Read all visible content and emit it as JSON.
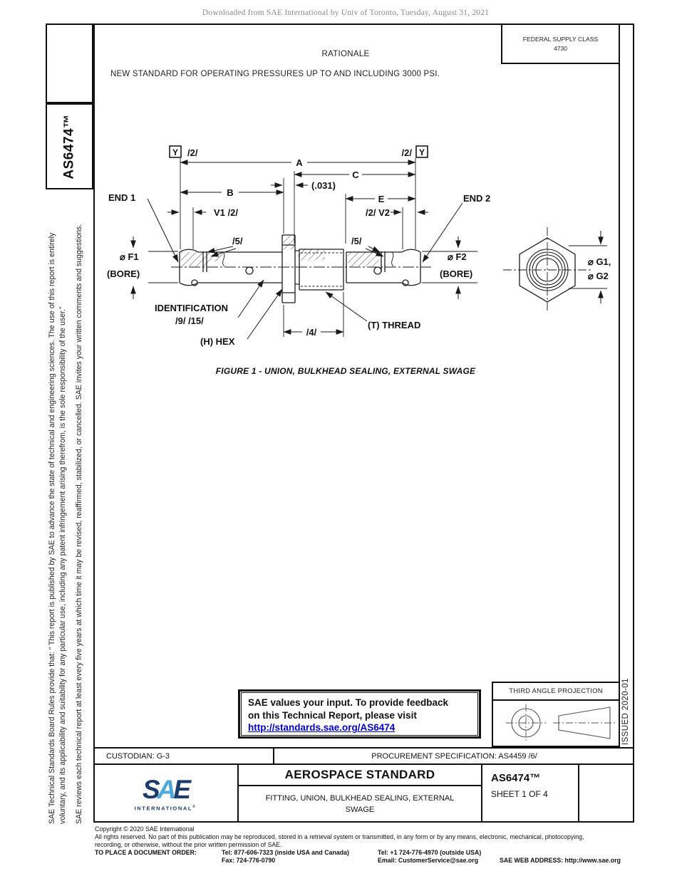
{
  "header": {
    "download_notice": "Downloaded from SAE International by Univ of Toronto, Tuesday, August 31, 2021",
    "federal_supply_class_label": "FEDERAL SUPPLY CLASS",
    "federal_supply_class_value": "4730"
  },
  "sidebar": {
    "doc_code": "AS6474™",
    "disclaimer_line1": "SAE Technical Standards Board Rules provide that: “ This report is published by SAE to advance the state of technical and engineering sciences. The use of this report is entirely",
    "disclaimer_line2": "voluntary, and its applicability and suitability for any particular use, including any patent infringement arising therefrom, is the sole responsibility of the user.”",
    "disclaimer_line3": "SAE reviews each technical report at least every five years at which time it may be revised, reaffirmed, stabilized, or cancelled. SAE invites your written comments and suggestions."
  },
  "rationale": {
    "heading": "RATIONALE",
    "body": "NEW STANDARD FOR OPERATING PRESSURES UP TO AND INCLUDING 3000 PSI."
  },
  "figure": {
    "caption": "FIGURE 1 - UNION, BULKHEAD SEALING, EXTERNAL SWAGE",
    "labels": {
      "datum_y": "Y",
      "flag_2": "/2/",
      "dim_a": "A",
      "dim_b": "B",
      "dim_c": "C",
      "dim_e": "E",
      "gap": "(.031)",
      "v1": "V1 /2/",
      "v2": "/2/ V2",
      "flag_5": "/5/",
      "end1": "END 1",
      "end2": "END 2",
      "f1": "⌀ F1",
      "f2": "⌀ F2",
      "bore": "(BORE)",
      "identification": "IDENTIFICATION",
      "ident_flags": "/9/ /15/",
      "hex": "(H) HEX",
      "dim_4": "/4/",
      "thread": "(T) THREAD",
      "g1": "⌀ G1,",
      "g2": "⌀ G2"
    }
  },
  "feedback": {
    "line1": "SAE values your input. To provide feedback",
    "line2": "on this Technical Report, please visit",
    "link": "http://standards.sae.org/AS6474"
  },
  "projection": {
    "label": "THIRD ANGLE PROJECTION"
  },
  "issued": "ISSUED 2020-01",
  "title_block": {
    "custodian": "CUSTODIAN: G-3",
    "procurement": "PROCUREMENT SPECIFICATION: AS4459 /6/",
    "logo_letter_s": "S",
    "logo_letter_a": "A",
    "logo_letter_e": "E",
    "logo_subtext": "INTERNATIONAL",
    "logo_reg": "®",
    "doc_type": "AEROSPACE STANDARD",
    "title": "FITTING, UNION, BULKHEAD SEALING, EXTERNAL SWAGE",
    "doc_number": "AS6474™",
    "sheet": "SHEET 1 OF 4"
  },
  "footer": {
    "copyright": "Copyright © 2020 SAE International",
    "rights_line1": "All rights reserved. No part of this publication may be reproduced, stored in a retrieval system or transmitted, in any form or by any means, electronic, mechanical, photocopying,",
    "rights_line2": "recording, or otherwise, without the prior written permission of SAE.",
    "order_label": "TO PLACE A DOCUMENT ORDER:",
    "tel_inside": "Tel: 877-606-7323 (inside USA and Canada)",
    "fax": "Fax: 724-776-0790",
    "tel_outside": "Tel: +1 724-776-4970 (outside USA)",
    "email": "Email: CustomerService@sae.org",
    "web": "SAE WEB ADDRESS: http://www.sae.org"
  },
  "colors": {
    "link_blue": "#0000cc",
    "logo_navy": "#1b3c6d",
    "logo_light_blue": "#4aa8dc",
    "header_gray": "#8a8a8a"
  }
}
